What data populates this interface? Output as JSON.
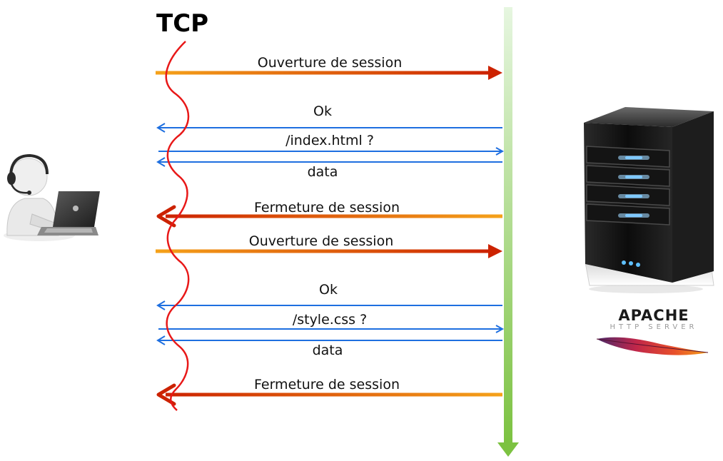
{
  "diagram": {
    "title": "TCP",
    "messages": [
      {
        "label": "Ouverture de session",
        "direction": "to-server",
        "style": "session"
      },
      {
        "label": "Ok",
        "direction": "to-client",
        "style": "data"
      },
      {
        "label": "/index.html ?",
        "direction": "to-server",
        "style": "data"
      },
      {
        "label": "data",
        "direction": "to-client",
        "style": "data"
      },
      {
        "label": "Fermeture de session",
        "direction": "to-client",
        "style": "session"
      },
      {
        "label": "Ouverture de session",
        "direction": "to-server",
        "style": "session"
      },
      {
        "label": "Ok",
        "direction": "to-client",
        "style": "data"
      },
      {
        "label": "/style.css ?",
        "direction": "to-server",
        "style": "data"
      },
      {
        "label": "data",
        "direction": "to-client",
        "style": "data"
      },
      {
        "label": "Fermeture de session",
        "direction": "to-client",
        "style": "session"
      }
    ],
    "client": {
      "icon": "user-laptop-icon"
    },
    "server": {
      "icon": "server-tower-icon",
      "logo_name": "APACHE",
      "logo_subtitle": "HTTP SERVER",
      "logo_icon": "apache-feather-icon"
    },
    "colors": {
      "session_start": "#f5a21a",
      "session_end": "#cc2200",
      "data_arrow": "#1e6fe0",
      "tcp_wave": "#e81818",
      "timeline_top": "#e6f6e0",
      "timeline_bottom": "#7cc241"
    }
  }
}
